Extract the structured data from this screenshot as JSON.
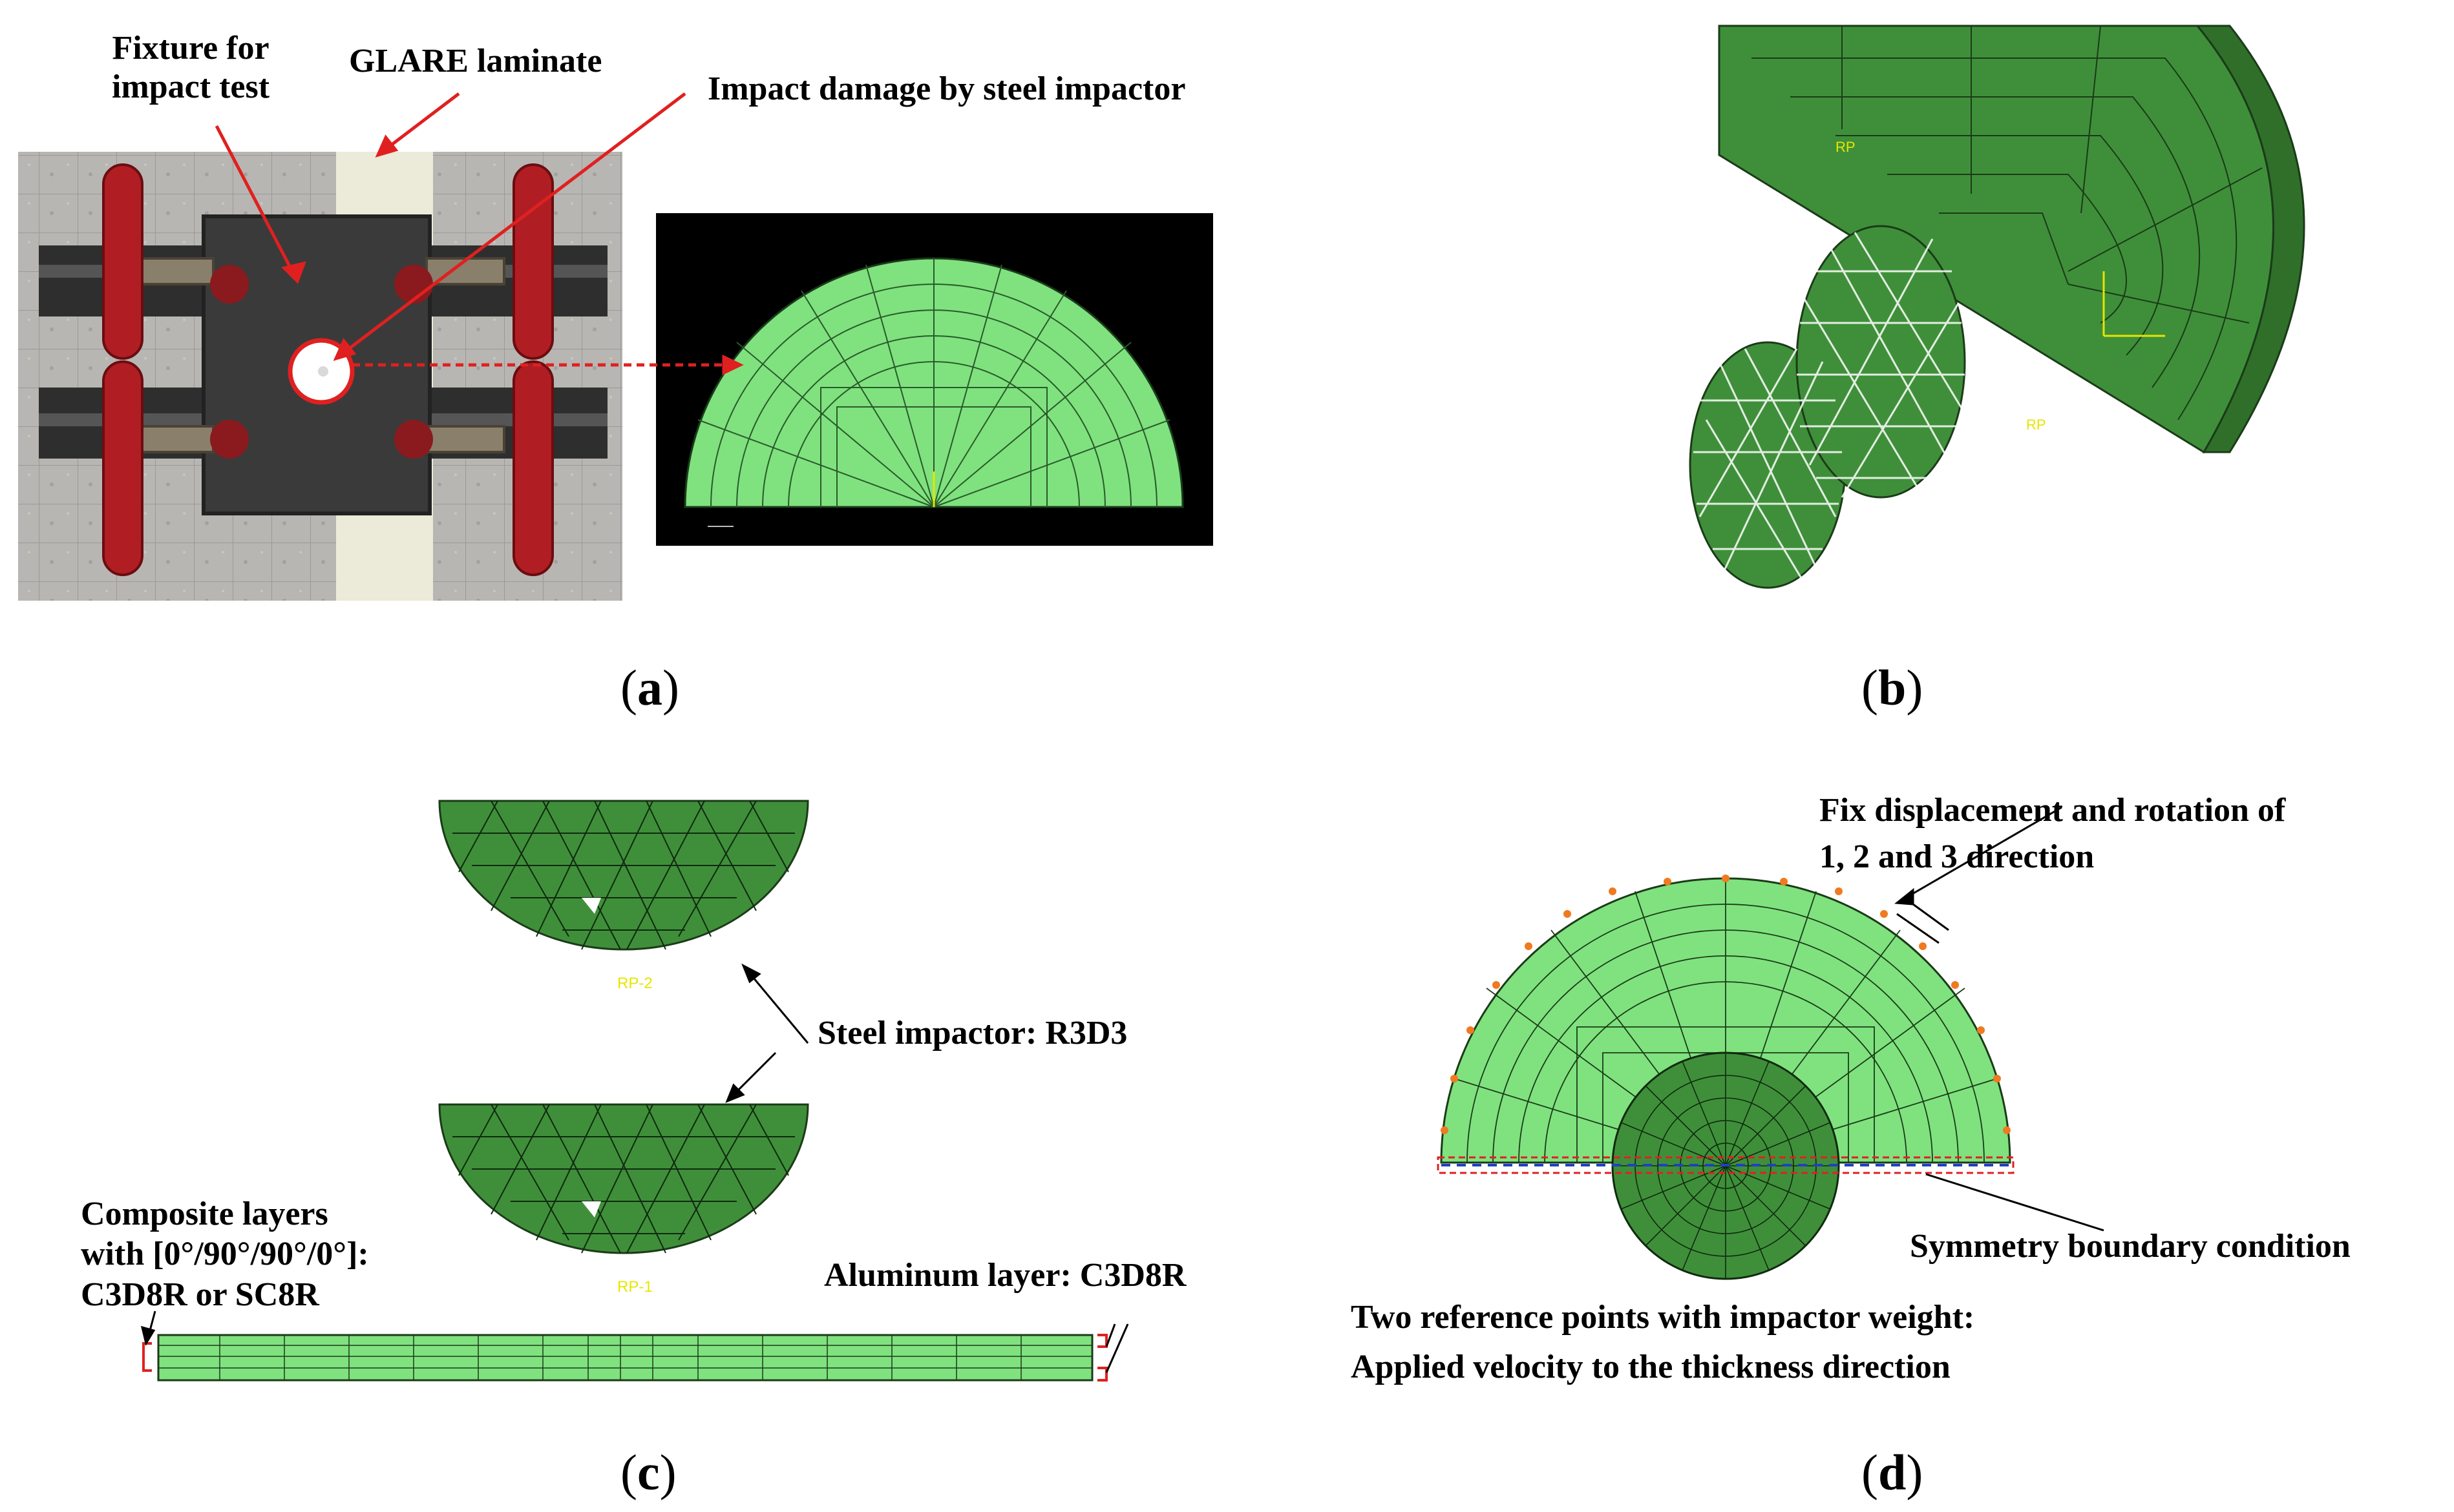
{
  "panel_a": {
    "label_fixture": "Fixture for impact test",
    "label_glare": "GLARE laminate",
    "label_impact_damage": "Impact damage by steel impactor",
    "caption": "a"
  },
  "panel_b": {
    "caption": "b",
    "rp_label_1": "RP",
    "rp_label_2": "RP"
  },
  "panel_c": {
    "rp_top": "RP-2",
    "rp_bottom": "RP-1",
    "label_impactor": "Steel impactor: R3D3",
    "label_composite_line1": "Composite layers",
    "label_composite_line2": "with [0°/90°/90°/0°]:",
    "label_composite_line3": "C3D8R or SC8R",
    "label_aluminum": "Aluminum layer: C3D8R",
    "caption": "c"
  },
  "panel_d": {
    "label_fix_line1": "Fix displacement and rotation of",
    "label_fix_line2": "1, 2 and 3 direction",
    "label_symmetry": "Symmetry boundary condition",
    "label_ref_line1": "Two reference points with impactor weight:",
    "label_ref_line2": "Applied velocity to the thickness direction",
    "caption": "d"
  },
  "colors": {
    "mesh_light_green": "#7fe27f",
    "mesh_dark_green": "#3f8f3a",
    "fixture_red": "#b01e24",
    "annotation_red": "#e02020",
    "bc_orange": "#f07a20",
    "bc_blue": "#2040c0"
  }
}
